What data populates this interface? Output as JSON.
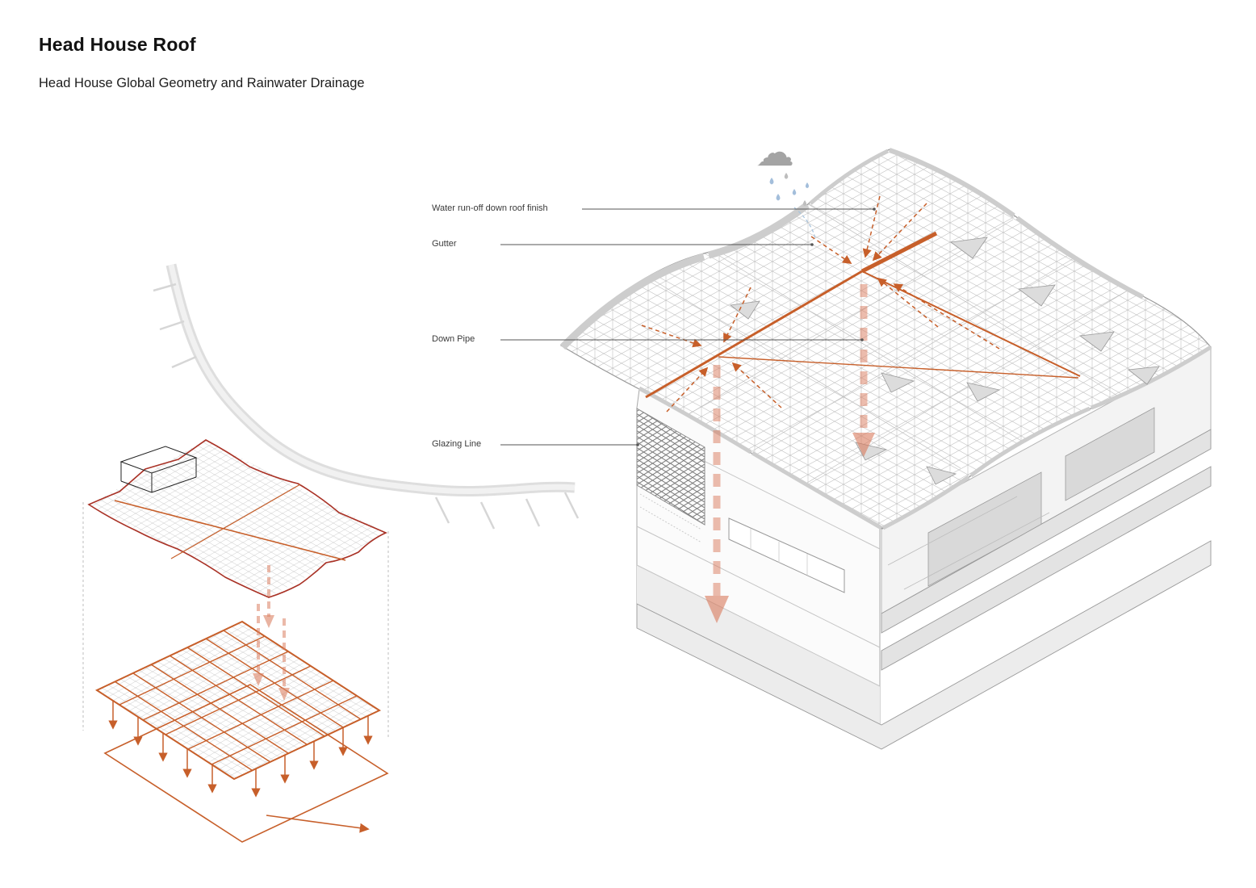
{
  "header": {
    "title": "Head House Roof",
    "subtitle": "Head House Global Geometry and Rainwater Drainage"
  },
  "callouts": [
    {
      "id": "water-runoff",
      "label": "Water run-off down roof finish"
    },
    {
      "id": "gutter",
      "label": "Gutter"
    },
    {
      "id": "down-pipe",
      "label": "Down Pipe"
    },
    {
      "id": "glazing-line",
      "label": "Glazing Line"
    }
  ],
  "icons": {
    "rain_cloud": "☁"
  },
  "colors": {
    "drainage_orange": "#c75f2a",
    "down_pipe_salmon": "#dd8268",
    "roof_plan_red": "#a93226",
    "rain_blue": "#a8c4dd",
    "line_gray": "#9a9a9a"
  }
}
